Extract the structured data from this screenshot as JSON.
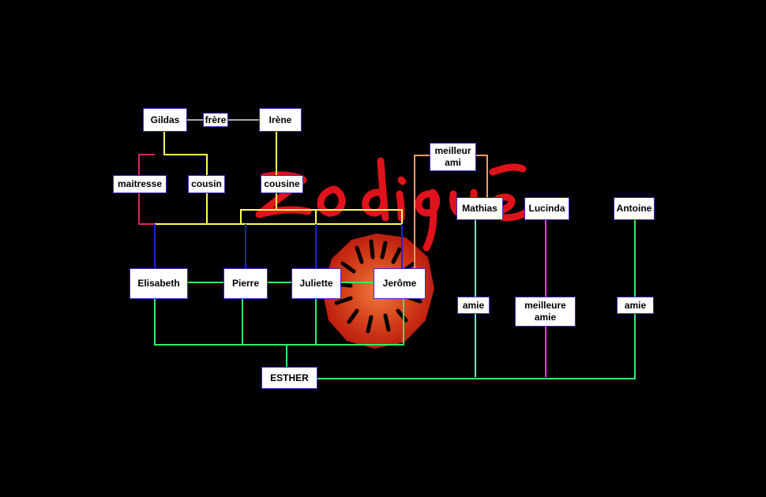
{
  "logo": {
    "text": "zodiaque"
  },
  "people": {
    "gildas": "Gildas",
    "irene": "Irène",
    "mathias": "Mathias",
    "lucinda": "Lucinda",
    "antoine": "Antoine",
    "elisabeth": "Elisabeth",
    "pierre": "Pierre",
    "juliette": "Juliette",
    "jerome": "Jerôme",
    "esther": "ESTHER"
  },
  "relations": {
    "frere": "frère",
    "maitresse": "maitresse",
    "cousin": "cousin",
    "cousine": "cousine",
    "meilleur_ami": "meilleur ami",
    "amie_mathias": "amie",
    "meilleure_amie": "meilleure amie",
    "amie_antoine": "amie"
  },
  "colors": {
    "background": "#000000",
    "node_border": "#3b2fbf",
    "line_gray": "#aaaaaa",
    "line_yellow": "#ffff55",
    "line_crimson": "#dd2266",
    "line_blue": "#2222dd",
    "line_green": "#33ee66",
    "line_orange": "#ff9966",
    "line_teal": "#88ddcc",
    "line_magenta": "#ff33dd",
    "logo_red": "#e0121b"
  }
}
